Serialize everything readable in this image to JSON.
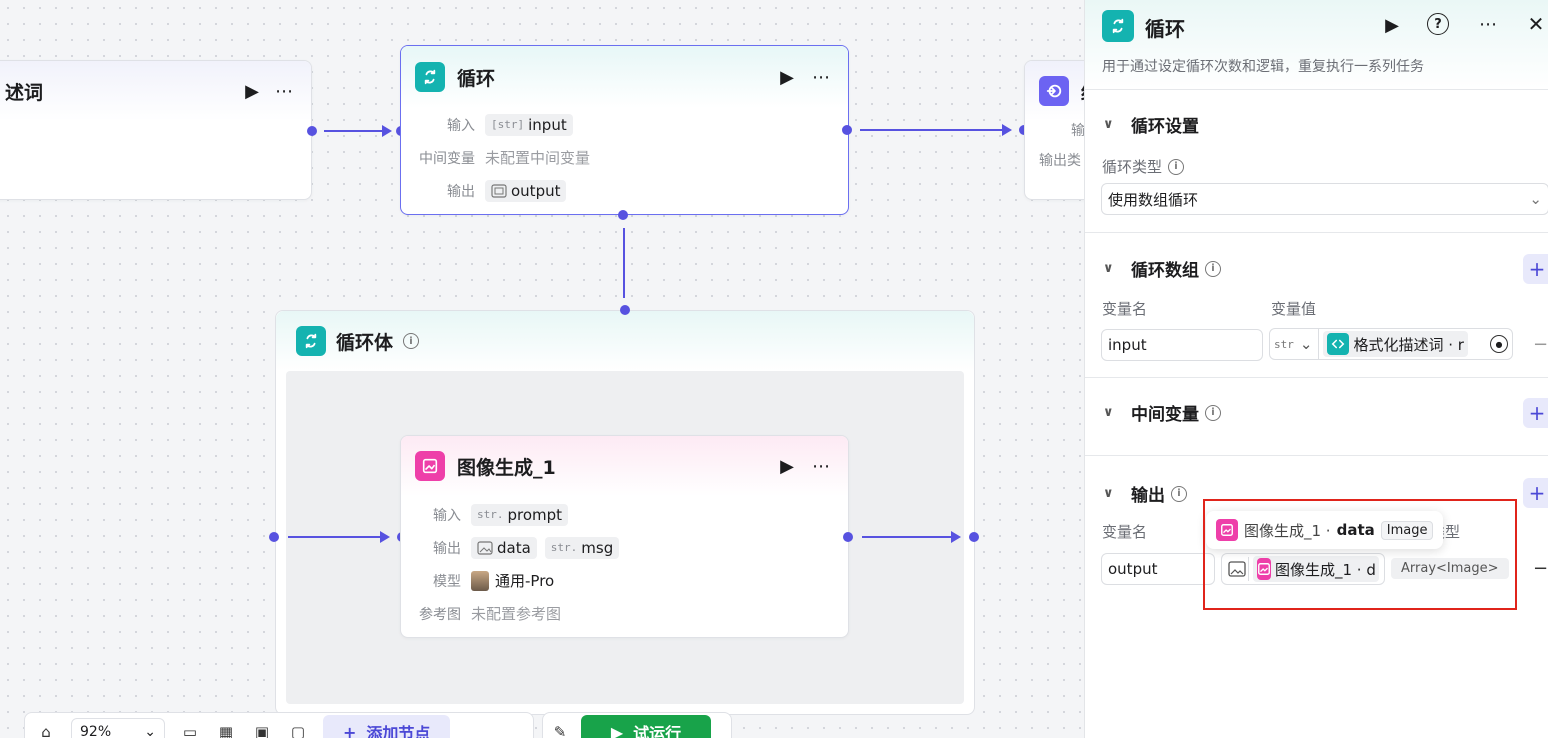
{
  "colors": {
    "accent": "#5752e0",
    "teal": "#14b3b0",
    "pink": "#ee3fa9",
    "run_green": "#18a34a",
    "highlight_red": "#e0241b"
  },
  "canvas": {
    "left_node": {
      "title": "述词",
      "icons": [
        "play-icon",
        "more-icon"
      ]
    },
    "loop_node": {
      "title": "循环",
      "rows": [
        {
          "label": "输入",
          "type": "str",
          "value": "input"
        },
        {
          "label": "中间变量",
          "value": "未配置中间变量"
        },
        {
          "label": "输出",
          "type": "image",
          "value": "output"
        }
      ]
    },
    "right_node": {
      "title": "结",
      "row1_label": "输",
      "row2_label": "输出类"
    },
    "loop_body": {
      "title": "循环体"
    },
    "image_node": {
      "title": "图像生成_1",
      "input_label": "输入",
      "input_type": "str.",
      "input_value": "prompt",
      "output_label": "输出",
      "output_value1": "data",
      "output_type2": "str.",
      "output_value2": "msg",
      "model_label": "模型",
      "model_value": "通用-Pro",
      "ref_label": "参考图",
      "ref_value": "未配置参考图"
    }
  },
  "toolbar": {
    "zoom": "92%",
    "add_node": "添加节点",
    "run": "试运行"
  },
  "panel": {
    "title": "循环",
    "description": "用于通过设定循环次数和逻辑，重复执行一系列任务",
    "loop_settings": {
      "title": "循环设置",
      "type_label": "循环类型",
      "type_value": "使用数组循环"
    },
    "loop_array": {
      "title": "循环数组",
      "col_name": "变量名",
      "col_value": "变量值",
      "var_name": "input",
      "var_type": "str",
      "ref_text": "格式化描述词 · r"
    },
    "intermediate": {
      "title": "中间变量"
    },
    "output": {
      "title": "输出",
      "col_name": "变量名",
      "col_type": "类型",
      "var_name": "output",
      "ref_text": "图像生成_1 · d",
      "type_value": "Array<Image>"
    },
    "tooltip": {
      "node": "图像生成_1 ·",
      "field": "data",
      "type": "Image"
    }
  }
}
